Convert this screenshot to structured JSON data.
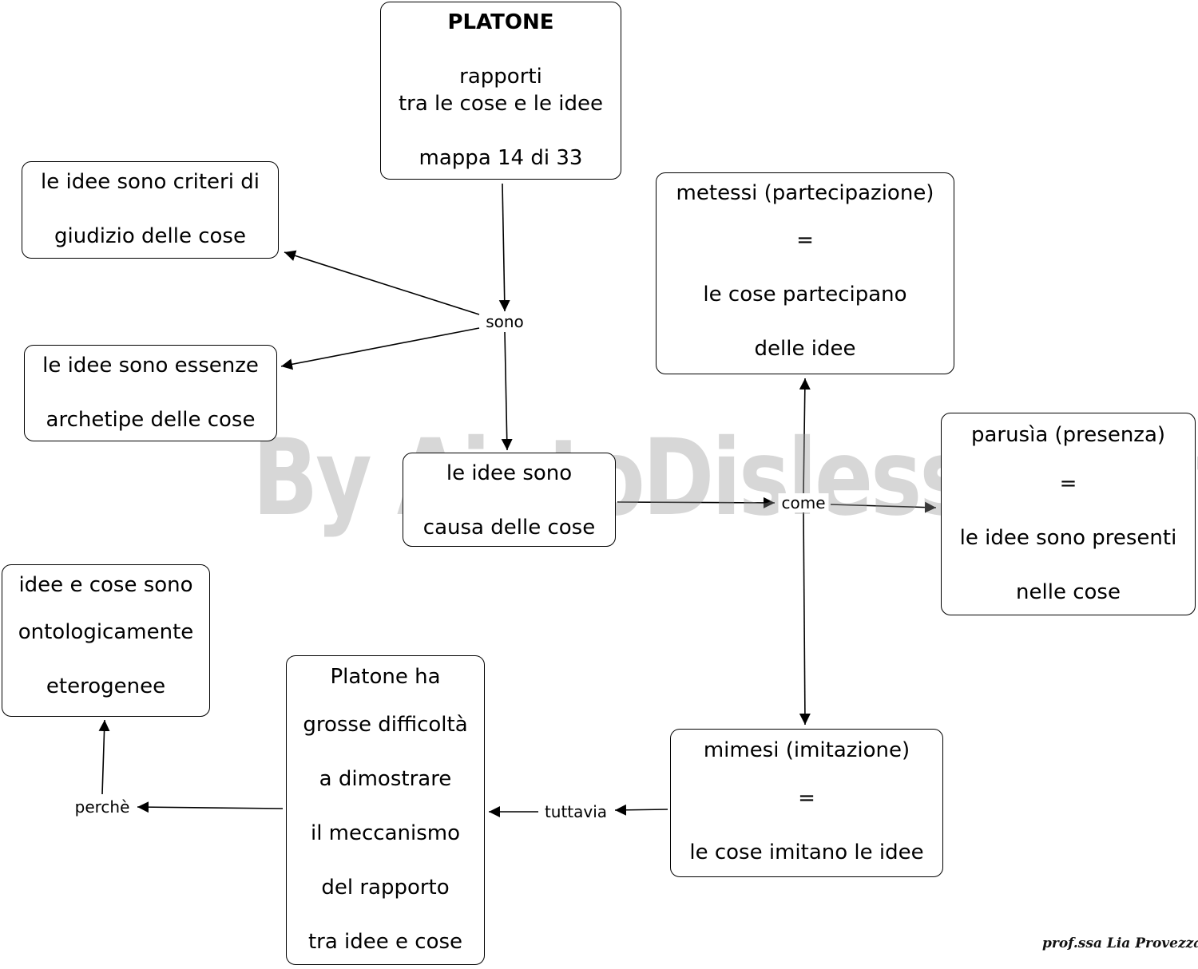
{
  "nodes": {
    "platone": {
      "lines": [
        "PLATONE",
        "rapporti",
        "tra le cose e le idee",
        "mappa 14 di 33"
      ]
    },
    "criteri": {
      "lines": [
        "le idee sono criteri di",
        "giudizio delle cose"
      ]
    },
    "essenze": {
      "lines": [
        "le idee sono essenze",
        "archetipe delle cose"
      ]
    },
    "causa": {
      "lines": [
        "le idee sono",
        "causa delle cose"
      ]
    },
    "metessi": {
      "lines": [
        "metessi (partecipazione)",
        "=",
        "le cose partecipano",
        "delle idee"
      ]
    },
    "parusia": {
      "lines": [
        "parusìa (presenza)",
        "=",
        "le idee sono presenti",
        "nelle cose"
      ]
    },
    "mimesi": {
      "lines": [
        "mimesi (imitazione)",
        "=",
        "le cose imitano le idee"
      ]
    },
    "difficolta": {
      "lines": [
        "Platone ha",
        "grosse difficoltà",
        "a dimostrare",
        "il meccanismo",
        "del rapporto",
        "tra idee e cose"
      ]
    },
    "eterogenee": {
      "lines": [
        "idee e cose sono",
        "ontologicamente",
        "eterogenee"
      ]
    }
  },
  "link_labels": {
    "sono": "sono",
    "come": "come",
    "tuttavia": "tuttavia",
    "perche": "perchè"
  },
  "watermark": "By AiutoDislessia.net",
  "author": "prof.ssa Lia Provezza"
}
